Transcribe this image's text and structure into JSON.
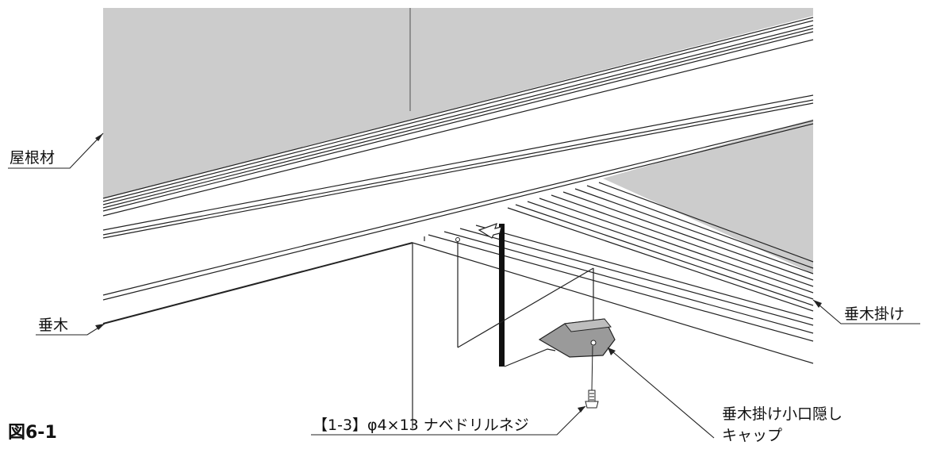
{
  "figure": {
    "id_label": "図6-1"
  },
  "parts": {
    "roof_material": "屋根材",
    "rafter": "垂木",
    "rafter_hanger": "垂木掛け",
    "screw": "【1-3】φ4×13 ナベドリルネジ",
    "end_cap_line1": "垂木掛け小口隠し",
    "end_cap_line2": "キャップ"
  },
  "colors": {
    "roof_panel": "#cccccc",
    "cap_fill": "#9a9a9a",
    "line": "#222222"
  }
}
